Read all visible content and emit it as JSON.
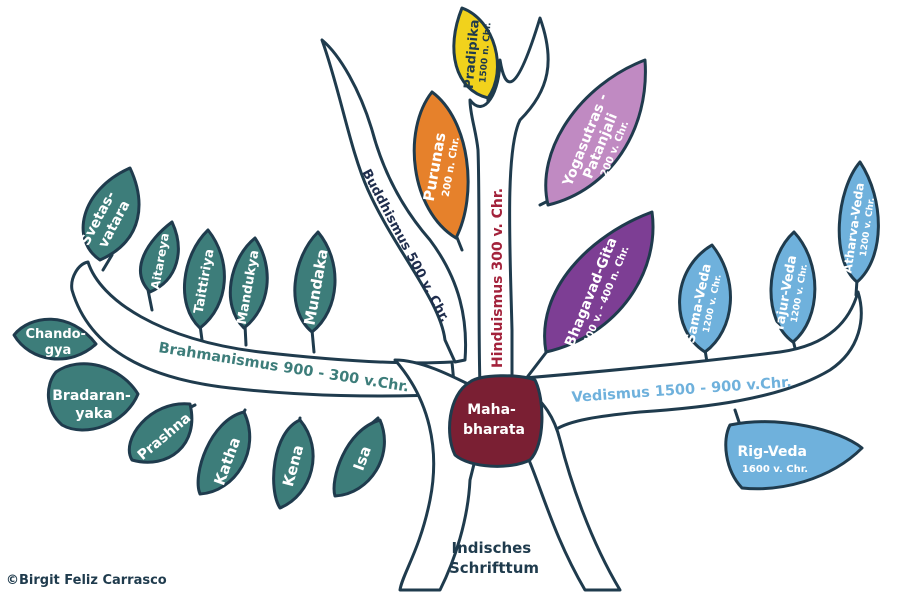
{
  "colors": {
    "outline": "#1f3b4d",
    "brahmanismus": "#3d7d7a",
    "vedismus": "#6fb1dc",
    "hinduismus": "#a3223b",
    "buddhismus": "#1f2d4d",
    "mahabharata": "#7a1f33",
    "pradipika": "#f1d21c",
    "purunas": "#e6812b",
    "yogasutras": "#c08ac2",
    "bhagavadgita": "#7d3e94"
  },
  "branches": {
    "brahmanismus": "Brahmanismus 900 - 300 v.Chr.",
    "vedismus": "Vedismus 1500 - 900 v.Chr.",
    "hinduismus": "Hinduismus 300 v. Chr.",
    "buddhismus": "Buddhismus 500 v. Chr."
  },
  "trunk": {
    "line1": "Indisches",
    "line2": "Schrifttum"
  },
  "mahabharata": {
    "line1": "Maha-",
    "line2": "bharata"
  },
  "leaves": {
    "svetasvatara": {
      "line1": "Svetas-",
      "line2": "vatara"
    },
    "aitareya": {
      "name": "Aitareya"
    },
    "taittiriya": {
      "name": "Taittiriya"
    },
    "mandukya": {
      "name": "Mandukya"
    },
    "mundaka": {
      "name": "Mundaka"
    },
    "chandogya": {
      "line1": "Chando-",
      "line2": "gya"
    },
    "bradaranyaka": {
      "line1": "Bradaran-",
      "line2": "yaka"
    },
    "prashna": {
      "name": "Prashna"
    },
    "katha": {
      "name": "Katha"
    },
    "kena": {
      "name": "Kena"
    },
    "isa": {
      "name": "Isa"
    },
    "pradipika": {
      "name": "Pradipika",
      "date": "1500 n. Chr."
    },
    "purunas": {
      "name": "Purunas",
      "date": "200 n. Chr."
    },
    "yogasutras": {
      "line1": "Yogasutras -",
      "line2": "Patanjali",
      "date": "200 v. Chr."
    },
    "bhagavadgita": {
      "name": "Bhagavad-Gita",
      "date": "400 v. - 400 n. Chr."
    },
    "samaveda": {
      "name": "Sama-Veda",
      "date": "1200 v. Chr."
    },
    "yajurveda": {
      "name": "Yajur-Veda",
      "date": "1200 v. Chr."
    },
    "atharvaveda": {
      "name": "Atharva-Veda",
      "date": "1200 v. Chr."
    },
    "rigveda": {
      "name": "Rig-Veda",
      "date": "1600 v. Chr."
    }
  },
  "copyright": "©Birgit Feliz Carrasco"
}
